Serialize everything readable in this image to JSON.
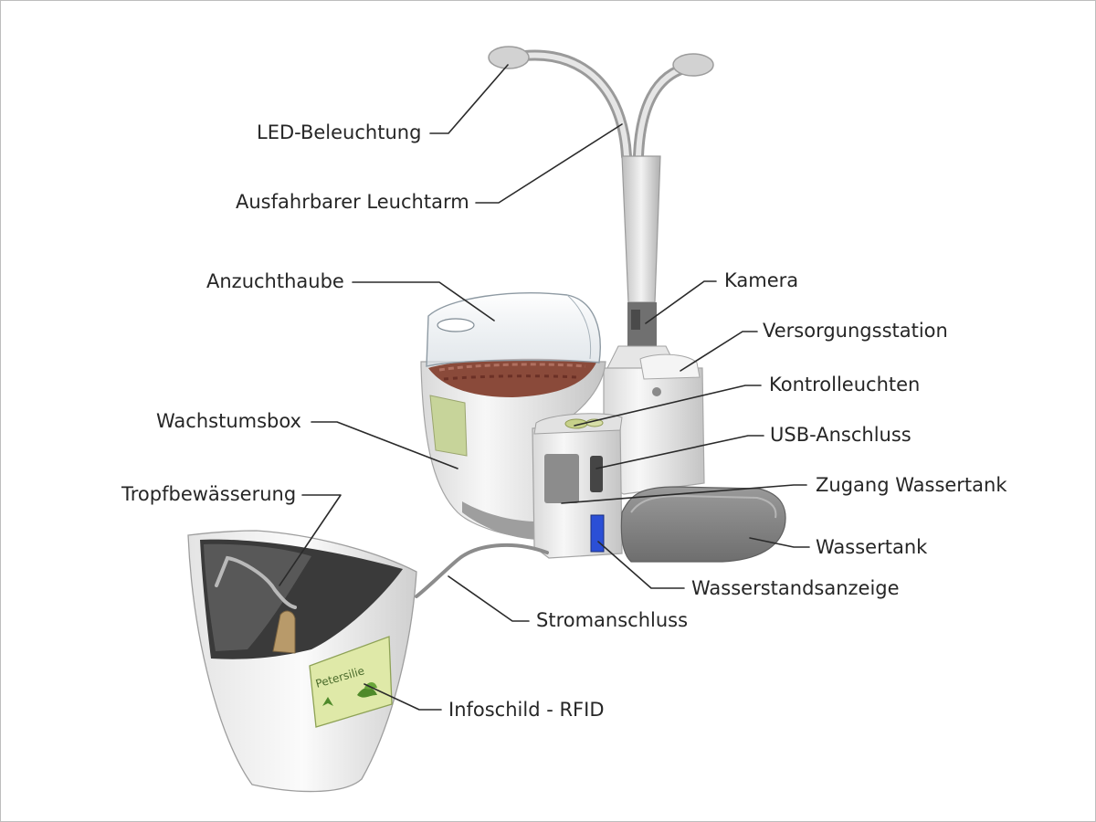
{
  "labels": {
    "led": "LED-Beleuchtung",
    "arm": "Ausfahrbarer Leuchtarm",
    "hood": "Anzuchthaube",
    "camera": "Kamera",
    "supply": "Versorgungsstation",
    "control": "Kontrolleuchten",
    "growbox": "Wachstumsbox",
    "usb": "USB-Anschluss",
    "tank_access": "Zugang Wassertank",
    "drip": "Tropfbewässerung",
    "tank": "Wassertank",
    "level": "Wasserstandsanzeige",
    "power": "Stromanschluss",
    "info": "Infoschild - RFID"
  },
  "pot_sign_text": "Petersilie",
  "colors": {
    "body_light": "#f2f2f2",
    "body_shadow": "#bdbdbd",
    "dark_gray": "#6f6f6f",
    "soil": "#8a4a3a",
    "level_indicator": "#2b4fd6",
    "leaf_green": "#4f8a2a",
    "sign_bg": "#dfe9a8"
  }
}
